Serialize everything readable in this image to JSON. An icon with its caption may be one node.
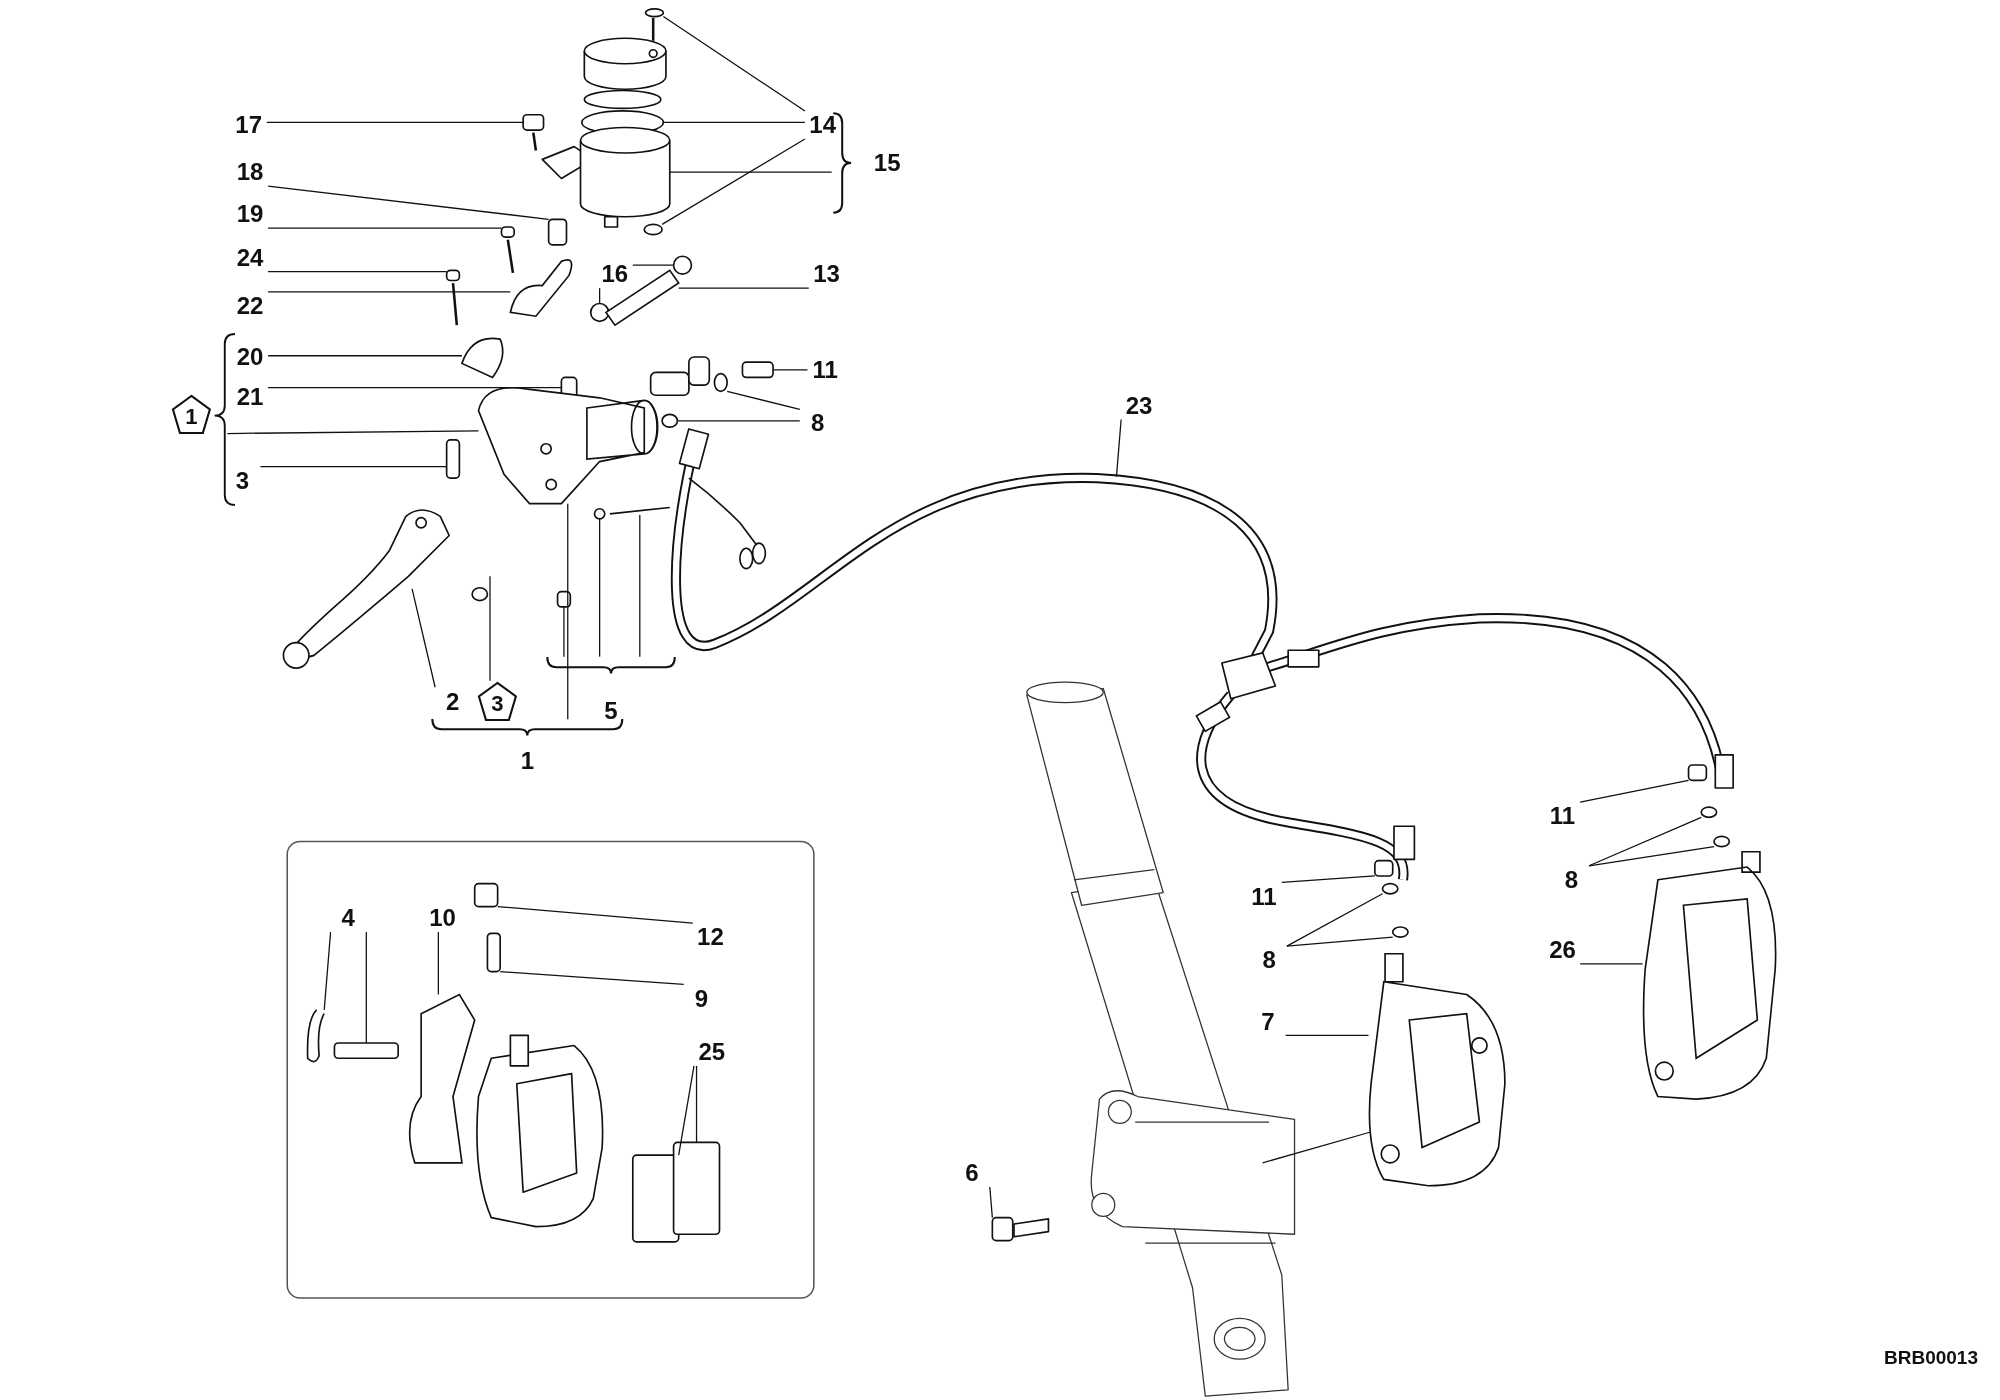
{
  "diagram": {
    "nodes": [
      {
        "text": [
          "17"
        ]
      },
      {
        "text": [
          "14"
        ]
      },
      {
        "text": [
          "15"
        ]
      },
      {
        "text": [
          "18"
        ]
      },
      {
        "text": [
          "19"
        ]
      },
      {
        "text": [
          "24"
        ]
      },
      {
        "text": [
          "16"
        ]
      },
      {
        "text": [
          "13"
        ]
      },
      {
        "text": [
          "22"
        ]
      },
      {
        "text": [
          "20"
        ]
      },
      {
        "text": [
          "11"
        ]
      },
      {
        "text": [
          "1"
        ]
      },
      {
        "text": [
          "21"
        ]
      },
      {
        "text": [
          "8"
        ]
      },
      {
        "text": [
          "23"
        ]
      },
      {
        "text": [
          "3"
        ]
      },
      {
        "text": [
          "2"
        ]
      },
      {
        "text": [
          "3"
        ]
      },
      {
        "text": [
          "5"
        ]
      },
      {
        "text": [
          "1"
        ]
      },
      {
        "text": [
          "11"
        ]
      },
      {
        "text": [
          "8"
        ]
      },
      {
        "text": [
          "11"
        ]
      },
      {
        "text": [
          "4"
        ]
      },
      {
        "text": [
          "10"
        ]
      },
      {
        "text": [
          "12"
        ]
      },
      {
        "text": [
          "26"
        ]
      },
      {
        "text": [
          "8"
        ]
      },
      {
        "text": [
          "9"
        ]
      },
      {
        "text": [
          "7"
        ]
      },
      {
        "text": [
          "25"
        ]
      },
      {
        "text": [
          "6"
        ]
      },
      {
        "text": [],
        "shape": "box"
      },
      {
        "text": [],
        "shape": "circle"
      },
      {
        "text": [],
        "shape": "circle"
      },
      {
        "text": [],
        "shape": "circle"
      },
      {
        "text": [],
        "shape": "picture"
      },
      {
        "text": [],
        "shape": "box"
      },
      {
        "text": [],
        "shape": "box"
      },
      {
        "text": [],
        "shape": "box"
      },
      {
        "text": [],
        "shape": "circle"
      },
      {
        "text": [],
        "shape": "circle"
      },
      {
        "text": [],
        "shape": "picture"
      },
      {
        "text": [],
        "shape": "picture"
      },
      {
        "text": [],
        "shape": "picture"
      },
      {
        "text": [],
        "shape": "box"
      },
      {
        "text": [],
        "shape": "box"
      },
      {
        "text": [],
        "shape": "circle"
      },
      {
        "text": [],
        "shape": "circle"
      },
      {
        "text": [],
        "shape": "box"
      },
      {
        "text": [],
        "shape": "box"
      },
      {
        "text": [],
        "shape": "circle"
      },
      {
        "text": [],
        "shape": "circle"
      },
      {
        "text": [],
        "shape": "box"
      },
      {
        "text": [],
        "shape": "box"
      },
      {
        "text": [],
        "shape": "picture"
      },
      {
        "text": [],
        "shape": "picture"
      },
      {
        "text": [],
        "shape": "box"
      },
      {
        "text": [],
        "shape": "circle"
      },
      {
        "text": [],
        "shape": "circle"
      },
      {
        "text": [],
        "shape": "box"
      },
      {
        "text": [],
        "shape": "box"
      },
      {
        "text": [],
        "shape": "box"
      },
      {
        "text": [],
        "shape": "box"
      },
      {
        "text": [],
        "shape": "circle"
      },
      {
        "text": [],
        "shape": "picture"
      },
      {
        "text": [],
        "shape": "circle"
      },
      {
        "text": [],
        "shape": "picture"
      },
      {
        "text": [],
        "shape": "box"
      },
      {
        "text": [],
        "shape": "picture"
      },
      {
        "text": [],
        "shape": "picture"
      }
    ],
    "edges": [
      {
        "from": 0,
        "to": 32,
        "arrow": "none"
      },
      {
        "from": 1,
        "to": 33,
        "arrow": "none"
      },
      {
        "from": 1,
        "to": 34,
        "arrow": "none"
      },
      {
        "from": 1,
        "to": 35,
        "arrow": "none"
      },
      {
        "from": 2,
        "to": 36,
        "arrow": "none"
      },
      {
        "from": 3,
        "to": 37,
        "arrow": "none"
      },
      {
        "from": 4,
        "to": 38,
        "arrow": "none"
      },
      {
        "from": 5,
        "to": 39,
        "arrow": "none"
      },
      {
        "from": 6,
        "to": 40,
        "arrow": "none"
      },
      {
        "from": 6,
        "to": 41,
        "arrow": "none"
      },
      {
        "from": 7,
        "to": 42,
        "arrow": "none"
      },
      {
        "from": 8,
        "to": 43,
        "arrow": "none"
      },
      {
        "from": 9,
        "to": 44,
        "arrow": "none"
      },
      {
        "from": 10,
        "to": 45,
        "arrow": "none"
      },
      {
        "from": 12,
        "to": 46,
        "arrow": "none"
      },
      {
        "from": 13,
        "to": 47,
        "arrow": "none"
      },
      {
        "from": 13,
        "to": 48,
        "arrow": "none"
      },
      {
        "from": 14,
        "to": null,
        "arrow": "none"
      },
      {
        "from": 15,
        "to": 49,
        "arrow": "none"
      },
      {
        "from": 16,
        "to": null,
        "arrow": "none"
      },
      {
        "from": 17,
        "to": null,
        "arrow": "none"
      },
      {
        "from": 18,
        "to": 68,
        "arrow": "none"
      },
      {
        "from": 18,
        "to": 66,
        "arrow": "none"
      },
      {
        "from": 18,
        "to": 67,
        "arrow": "none"
      },
      {
        "from": 19,
        "to": 65,
        "arrow": "none"
      },
      {
        "from": 20,
        "to": 50,
        "arrow": "none"
      },
      {
        "from": 21,
        "to": 51,
        "arrow": "none"
      },
      {
        "from": 21,
        "to": 52,
        "arrow": "none"
      },
      {
        "from": 22,
        "to": 53,
        "arrow": "none"
      },
      {
        "from": 23,
        "to": 54,
        "arrow": "none"
      },
      {
        "from": 23,
        "to": 55,
        "arrow": "none"
      },
      {
        "from": 24,
        "to": 56,
        "arrow": "none"
      },
      {
        "from": 25,
        "to": 57,
        "arrow": "none"
      },
      {
        "from": 26,
        "to": 70,
        "arrow": "none"
      },
      {
        "from": 27,
        "to": 58,
        "arrow": "none"
      },
      {
        "from": 27,
        "to": 59,
        "arrow": "none"
      },
      {
        "from": 28,
        "to": 60,
        "arrow": "none"
      },
      {
        "from": 29,
        "to": 69,
        "arrow": "none"
      },
      {
        "from": 30,
        "to": 61,
        "arrow": "none"
      },
      {
        "from": 30,
        "to": 62,
        "arrow": "none"
      },
      {
        "from": 31,
        "to": 63,
        "arrow": "none"
      }
    ],
    "labels": [
      "BRB00013"
    ]
  }
}
